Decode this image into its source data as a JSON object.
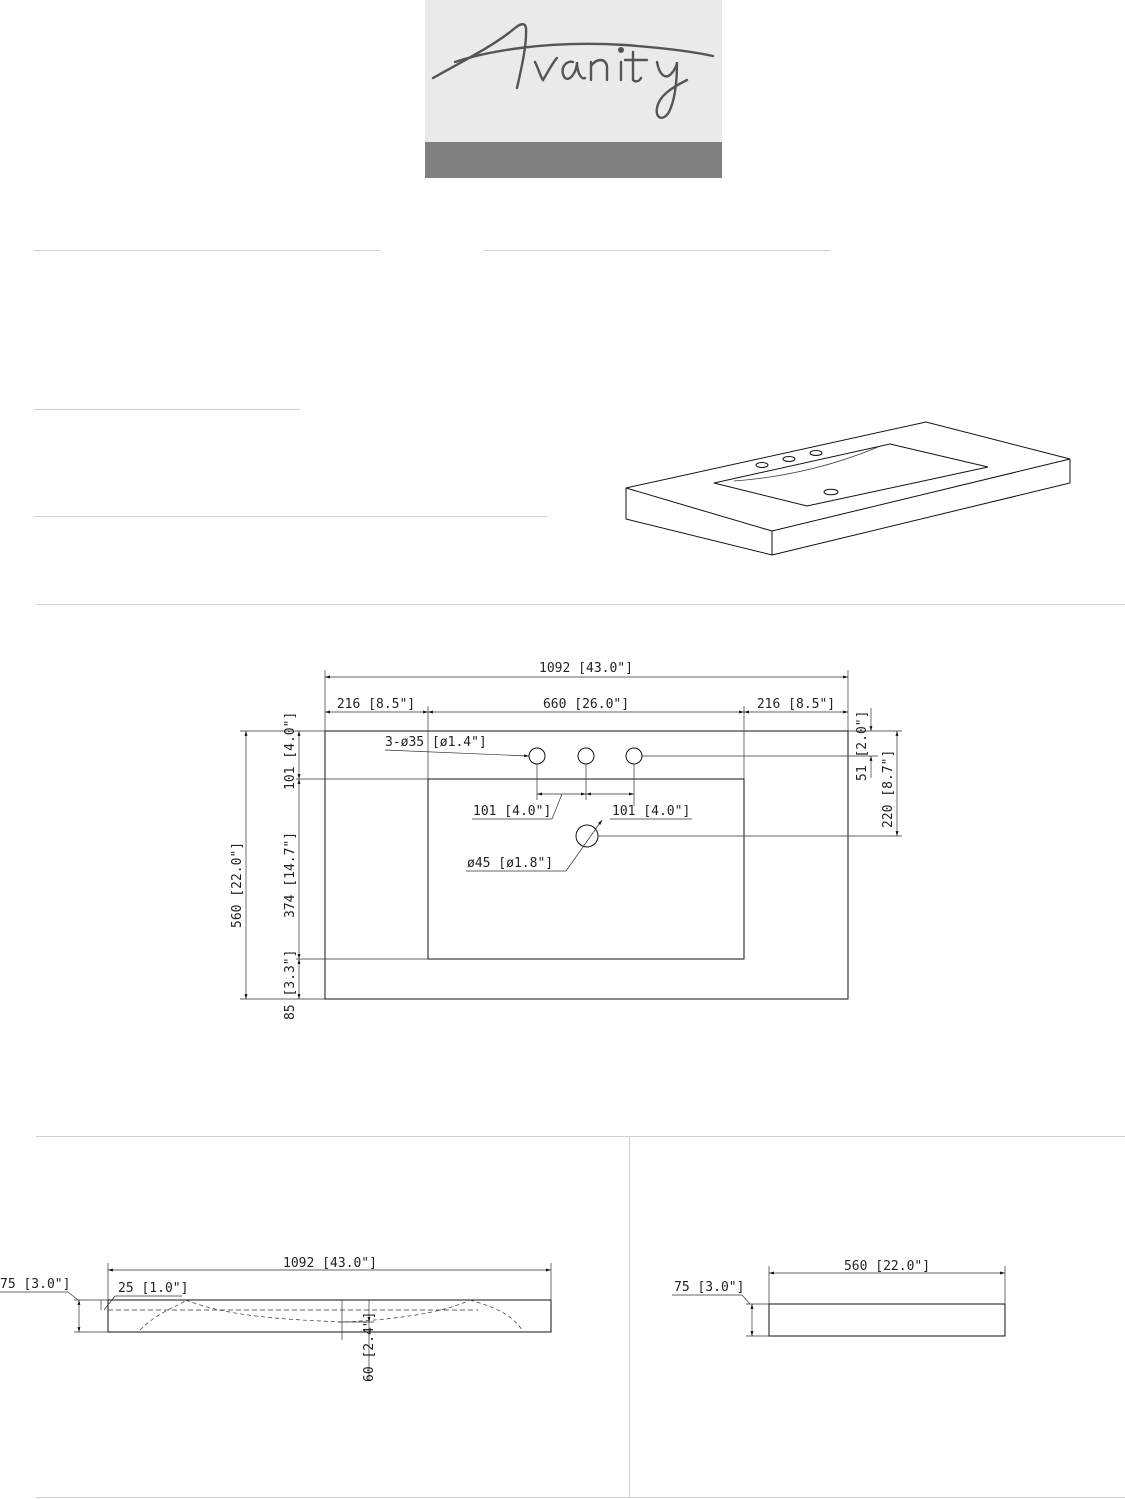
{
  "brand": {
    "logo_text": "Avanity",
    "logo_bg": "#e9eae9",
    "logo_band": "#808083",
    "logo_ink": "#555555"
  },
  "top_view": {
    "overall_width": "1092 [43.0\"]",
    "left_margin": "216 [8.5\"]",
    "basin_width": "660 [26.0\"]",
    "right_margin": "216 [8.5\"]",
    "faucet_holes": "3-ø35 [ø1.4\"]",
    "hole_spacing_left": "101 [4.0\"]",
    "hole_spacing_right": "101 [4.0\"]",
    "drain_hole": "ø45 [ø1.8\"]",
    "hole_offset_edge": "51 [2.0\"]",
    "drain_offset": "220 [8.7\"]",
    "overall_depth": "560 [22.0\"]",
    "back_margin": "101 [4.0\"]",
    "basin_depth": "374 [14.7\"]",
    "front_margin": "85 [3.3\"]"
  },
  "front_view": {
    "overall_width": "1092 [43.0\"]",
    "thickness": "75 [3.0\"]",
    "rim_depth": "25 [1.0\"]",
    "bowl_depth": "60 [2.4\"]"
  },
  "side_view": {
    "overall_depth": "560 [22.0\"]",
    "thickness": "75 [3.0\"]"
  }
}
